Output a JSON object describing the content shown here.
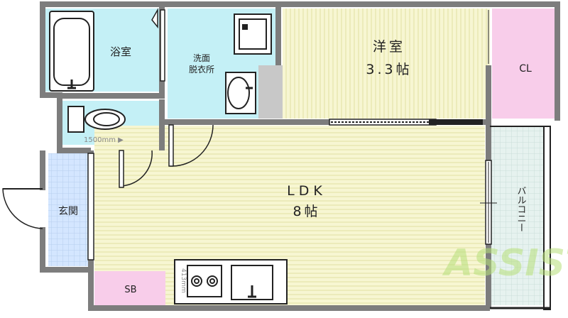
{
  "rooms": {
    "bath": "浴室",
    "washroom_line1": "洗面",
    "washroom_line2": "脱衣所",
    "bedroom_name": "洋室",
    "bedroom_size": "3.3帖",
    "closet": "CL",
    "ldk_name": "LDK",
    "ldk_size": "8帖",
    "entrance": "玄関",
    "shoe_box": "SB",
    "balcony": "バルコニー"
  },
  "annotations": {
    "dimension_top": "1500mm ▶",
    "dimension_kitchen": "413mm"
  },
  "watermark": {
    "text": "ASSIST"
  },
  "colors": {
    "wet_area": "#c4f0f6",
    "closet_and_sb": "#f8cdea",
    "floor_stripe": "#f4f3c6",
    "entrance_tile": "#cfe3ff",
    "balcony_tile": "#e3f0ee",
    "wall": "#7d7d7d",
    "watermark": "#b7e07a"
  }
}
